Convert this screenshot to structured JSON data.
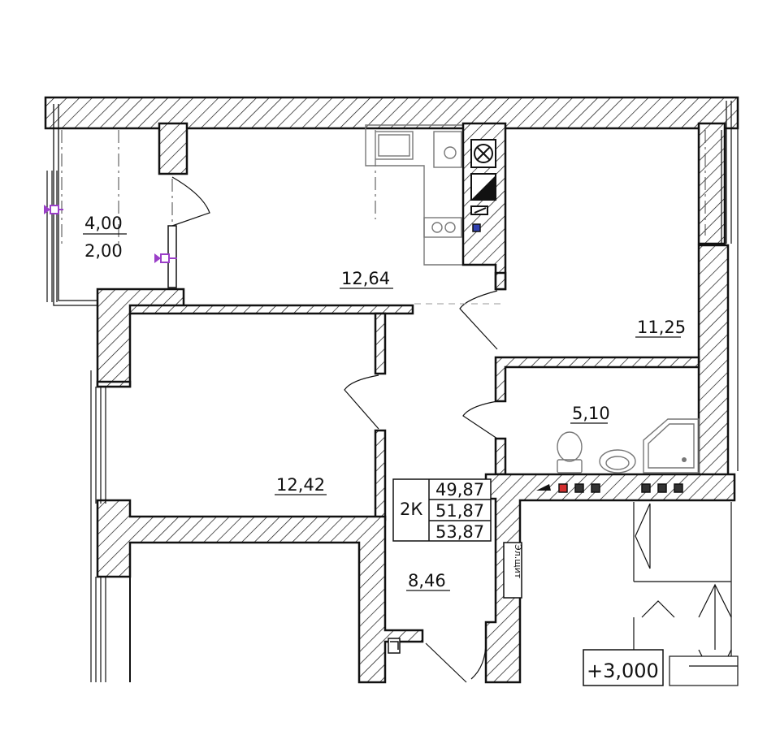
{
  "balcony": {
    "area_total": "4,00",
    "area_reduced": "2,00"
  },
  "rooms": {
    "kitchen": "12,64",
    "bedroom_right": "11,25",
    "bathroom": "5,10",
    "living_room": "12,42",
    "hallway": "8,46"
  },
  "apartment": {
    "type": "2К",
    "area_1": "49,87",
    "area_2": "51,87",
    "area_3": "53,87"
  },
  "elevation_mark": "+3,000",
  "cabinet_label": "Эл.щит",
  "colors": {
    "wall_hatch": "#111111",
    "vent_marker": "#9b3fc8",
    "socket_red": "#d32f2f",
    "socket_blue": "#3040b0"
  }
}
